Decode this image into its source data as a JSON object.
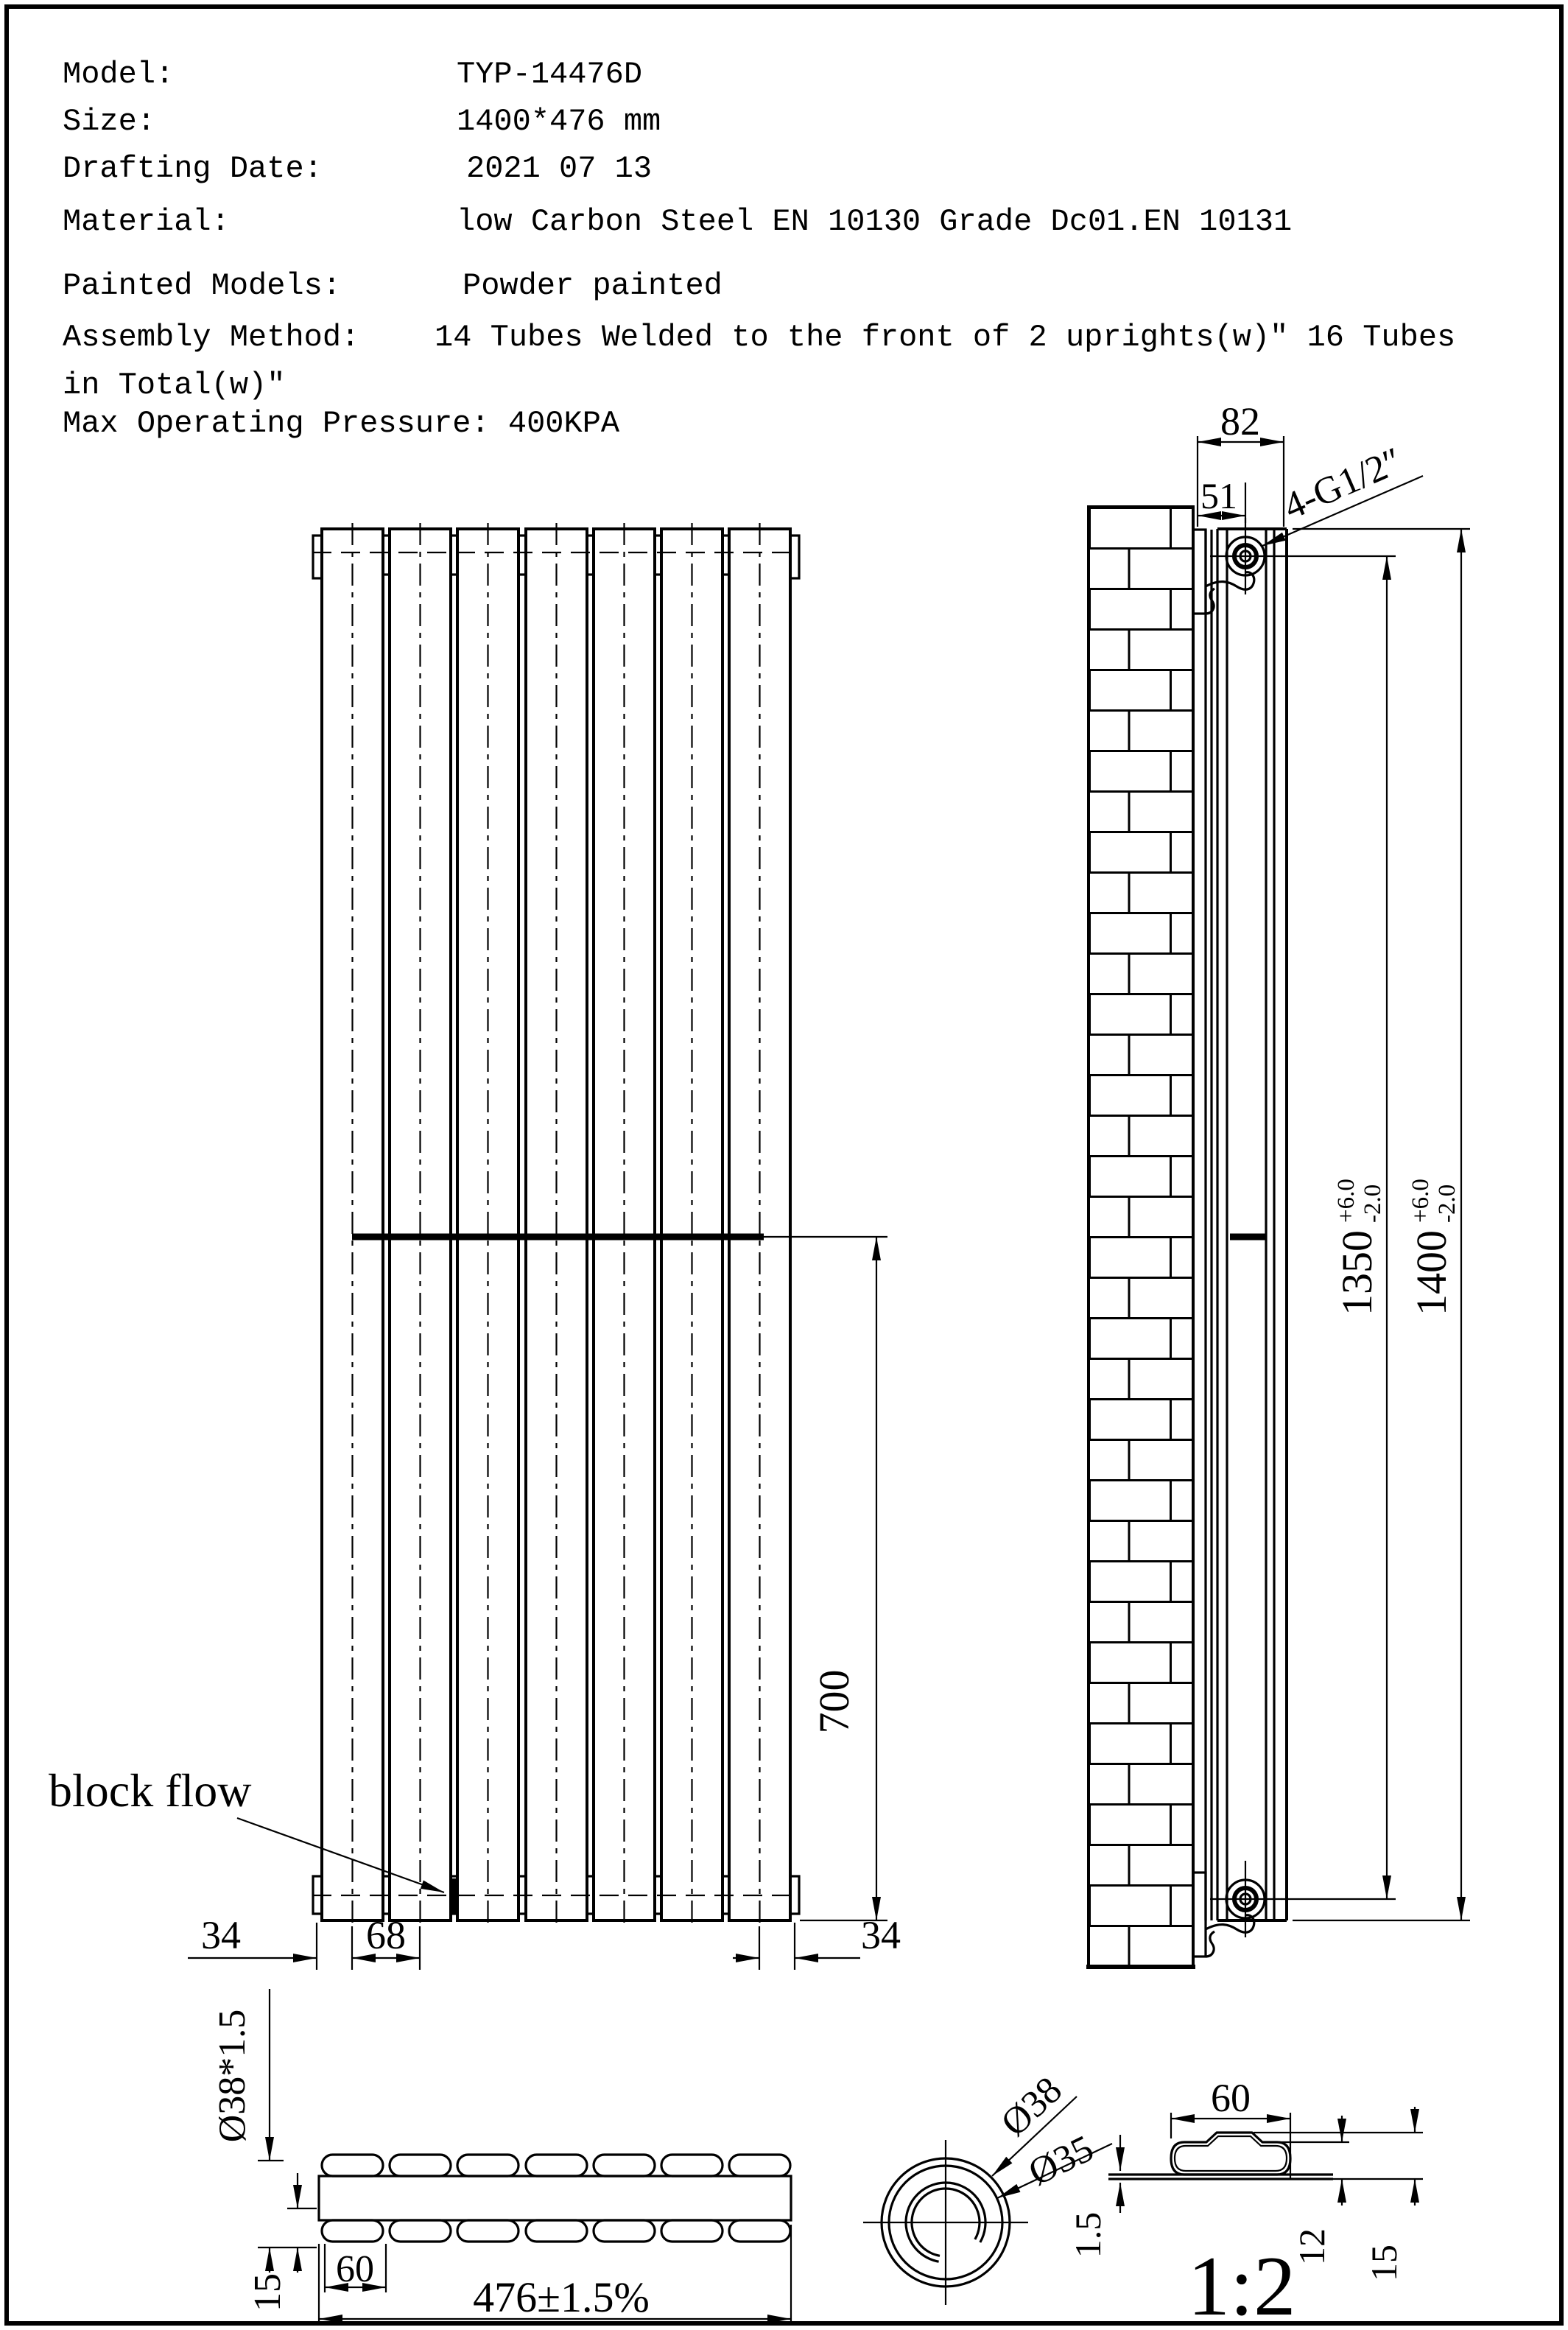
{
  "title_block": {
    "rows": [
      {
        "label": "Model:",
        "value": "TYP-14476D"
      },
      {
        "label": "Size:",
        "value": "1400*476 mm"
      },
      {
        "label": "Drafting Date:",
        "value": "2021 07 13"
      },
      {
        "label": "Material:",
        "value": "low Carbon Steel  EN 10130 Grade Dc01.EN 10131"
      },
      {
        "label": "Painted Models:",
        "value": "Powder painted"
      },
      {
        "label": "Assembly Method:",
        "value": "14 Tubes Welded to the front of 2 uprights(w)″ 16 Tubes"
      }
    ],
    "continuation": "in Total(w)″",
    "pressure_line": "Max Operating Pressure: 400KPA"
  },
  "front_view": {
    "annotation": "block flow",
    "dim_mid_height": "700",
    "dim_left_offset": "34",
    "dim_pitch": "68",
    "dim_right_offset": "34"
  },
  "side_view": {
    "dim_bracket_depth": "82",
    "dim_pipe_offset": "51",
    "thread_label": "4-G1/2″",
    "dim_pipe_centers": "1350",
    "dim_total_height": "1400",
    "tol_plus": "+6.0",
    "tol_minus": "-2.0"
  },
  "section_view": {
    "dim_tube": "Ø38*1.5",
    "dim_offset": "15",
    "dim_tube_width": "60",
    "dim_total_width": "476±1.5%"
  },
  "pipe_detail": {
    "dim_outer": "Ø38",
    "dim_inner": "Ø35"
  },
  "bracket_detail": {
    "dim_width": "60",
    "dim_thickness": "1.5",
    "dim_inner_height": "12",
    "dim_outer_height": "15",
    "scale_label": "1:2"
  }
}
